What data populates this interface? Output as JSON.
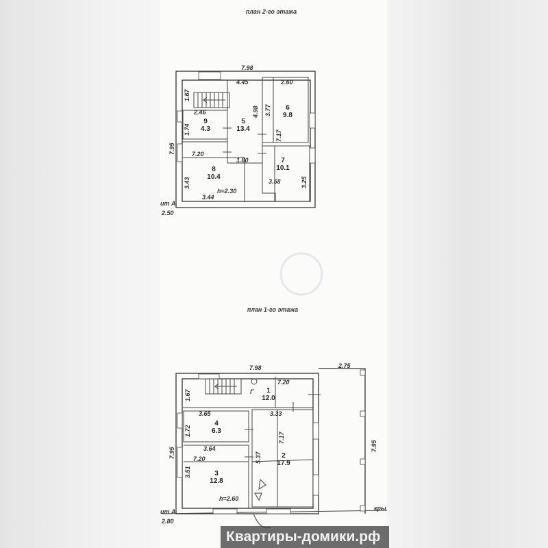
{
  "floor2": {
    "title": "план 2-го этажа",
    "outer_width": "7.98",
    "outer_height": "7.95",
    "dims": {
      "d445": "4.45",
      "d167": "1.67",
      "d246": "2.46",
      "d174": "1.74",
      "d498": "4.98",
      "d377": "3.77",
      "d260": "2.60",
      "d717": "7.17",
      "d720": "7.20",
      "d180": "1.80",
      "d343": "3.43",
      "d344": "3.44",
      "d358": "3.58",
      "d325": "3.25"
    },
    "height_label": "h=2.30",
    "axis_label": "ит А",
    "level_label": "2.50",
    "rooms": [
      {
        "no": "9",
        "area": "4.3"
      },
      {
        "no": "5",
        "area": "13.4"
      },
      {
        "no": "6",
        "area": "9.8"
      },
      {
        "no": "8",
        "area": "10.4"
      },
      {
        "no": "7",
        "area": "10.1"
      }
    ]
  },
  "floor1": {
    "title": "план 1-го этажа",
    "outer_width": "7.98",
    "extension_width": "2.75",
    "outer_height": "7.95",
    "extension_height": "7.95",
    "dims": {
      "d167": "1.67",
      "d720a": "7.20",
      "d365": "3.65",
      "d172": "1.72",
      "d333": "3.33",
      "d717": "7.17",
      "d364": "3.64",
      "d720b": "7.20",
      "d537": "5.37",
      "d351": "3.51"
    },
    "gas_label": "Г",
    "height_label": "h=2.60",
    "axis_label": "ит А",
    "level_label": "2.80",
    "porch_label": "кры",
    "rooms": [
      {
        "no": "1",
        "area": "12.0"
      },
      {
        "no": "4",
        "area": "6.3"
      },
      {
        "no": "3",
        "area": "12.8"
      },
      {
        "no": "2",
        "area": "17.9"
      }
    ]
  },
  "watermark": "Квартиры-домики.рф"
}
